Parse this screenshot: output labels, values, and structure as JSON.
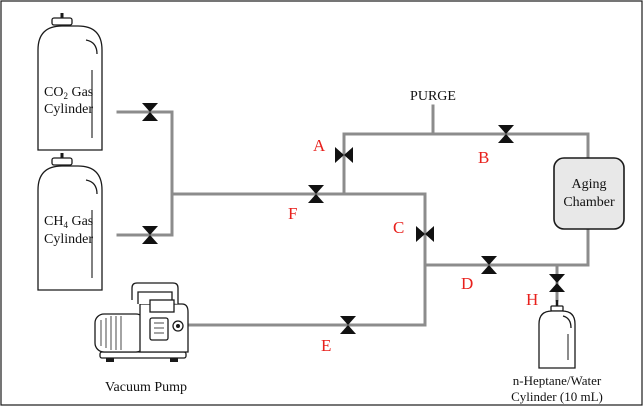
{
  "colors": {
    "pipe": "#8c8c8c",
    "valve_label": "#e8201c",
    "chamber_fill": "#e8e8e8",
    "outline": "#1a1a1a"
  },
  "labels": {
    "purge": "PURGE",
    "aging_line1": "Aging",
    "aging_line2": "Chamber",
    "co2_prefix": "CO",
    "co2_sub": "2",
    "co2_suffix": " Gas",
    "co2_line2": "Cylinder",
    "ch4_prefix": "CH",
    "ch4_sub": "4",
    "ch4_suffix": " Gas",
    "ch4_line2": "Cylinder",
    "vacuum_pump": "Vacuum Pump",
    "heptane_line1": "n-Heptane/Water",
    "heptane_line2": "Cylinder (10 mL)"
  },
  "valves": {
    "A": "A",
    "B": "B",
    "C": "C",
    "D": "D",
    "E": "E",
    "F": "F",
    "H": "H"
  }
}
